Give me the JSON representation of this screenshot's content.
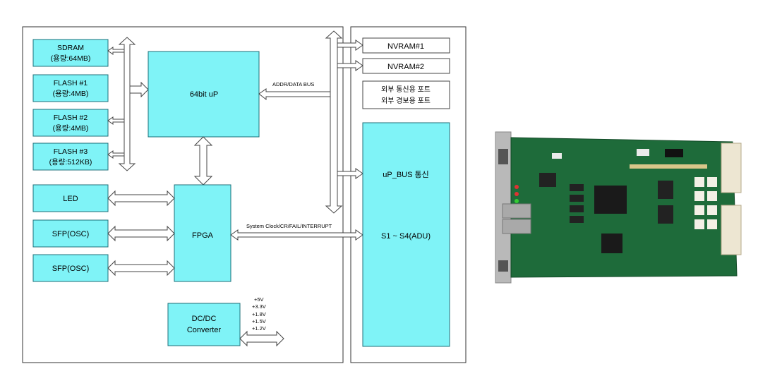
{
  "blocks": {
    "sdram": [
      "SDRAM",
      "(용량:64MB)"
    ],
    "flash1": [
      "FLASH #1",
      "(용량:4MB)"
    ],
    "flash2": [
      "FLASH #2",
      "(용량:4MB)"
    ],
    "flash3": [
      "FLASH #3",
      "(용량:512KB)"
    ],
    "cpu": "64bit uP",
    "led": "LED",
    "sfp1": "SFP(OSC)",
    "sfp2": "SFP(OSC)",
    "fpga": "FPGA",
    "dcdc": [
      "DC/DC",
      "Converter"
    ],
    "nvram1": "NVRAM#1",
    "nvram2": "NVRAM#2",
    "ports": [
      "외부 통신용 포트",
      "외부 경보용 포트"
    ],
    "upbus": "uP_BUS 통신",
    "slots": "S1 ~ S4(ADU)"
  },
  "labels": {
    "addr_bus": "ADDR/DATA BUS",
    "sys_clock": "System Clock/CR/FAIL/INTERRUPT",
    "voltages": [
      "+5V",
      "+3.3V",
      "+1.8V",
      "+1.5V",
      "+1.2V"
    ]
  },
  "colors": {
    "block_fill": "#7ff3f7",
    "block_stroke": "#1f6f78",
    "outline": "#333333",
    "pcb_green": "#1e6b3a"
  }
}
